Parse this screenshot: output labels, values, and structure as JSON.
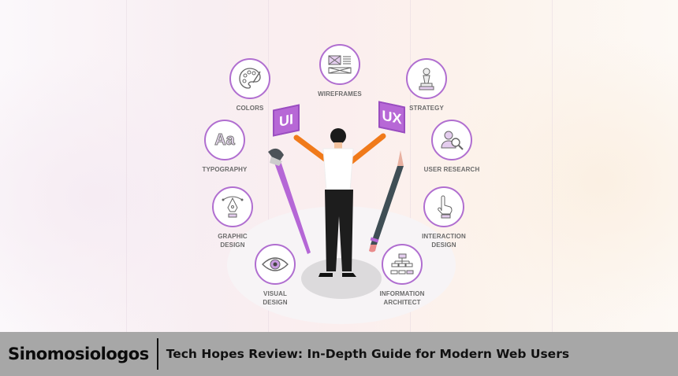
{
  "hero": {
    "center_labels": {
      "left_cube": "UI",
      "right_cube": "UX"
    },
    "nodes": [
      {
        "label": "COLORS",
        "icon": "palette-icon"
      },
      {
        "label": "WIREFRAMES",
        "icon": "wireframe-icon"
      },
      {
        "label": "STRATEGY",
        "icon": "chess-pawn-icon"
      },
      {
        "label": "TYPOGRAPHY",
        "icon": "typography-icon",
        "glyph": "Aa"
      },
      {
        "label": "USER RESEARCH",
        "icon": "user-search-icon"
      },
      {
        "label": "GRAPHIC\nDESIGN",
        "icon": "pen-tool-icon"
      },
      {
        "label": "INTERACTION\nDESIGN",
        "icon": "pointer-hand-icon"
      },
      {
        "label": "VISUAL\nDESIGN",
        "icon": "eye-icon"
      },
      {
        "label": "INFORMATION\nARCHITECT",
        "icon": "sitemap-icon"
      }
    ],
    "accent_color": "#b06ed0"
  },
  "footer": {
    "brand": "Sinomosiologos",
    "title": "Tech Hopes Review: In-Depth Guide for Modern Web Users",
    "background": "#a7a7a7"
  }
}
